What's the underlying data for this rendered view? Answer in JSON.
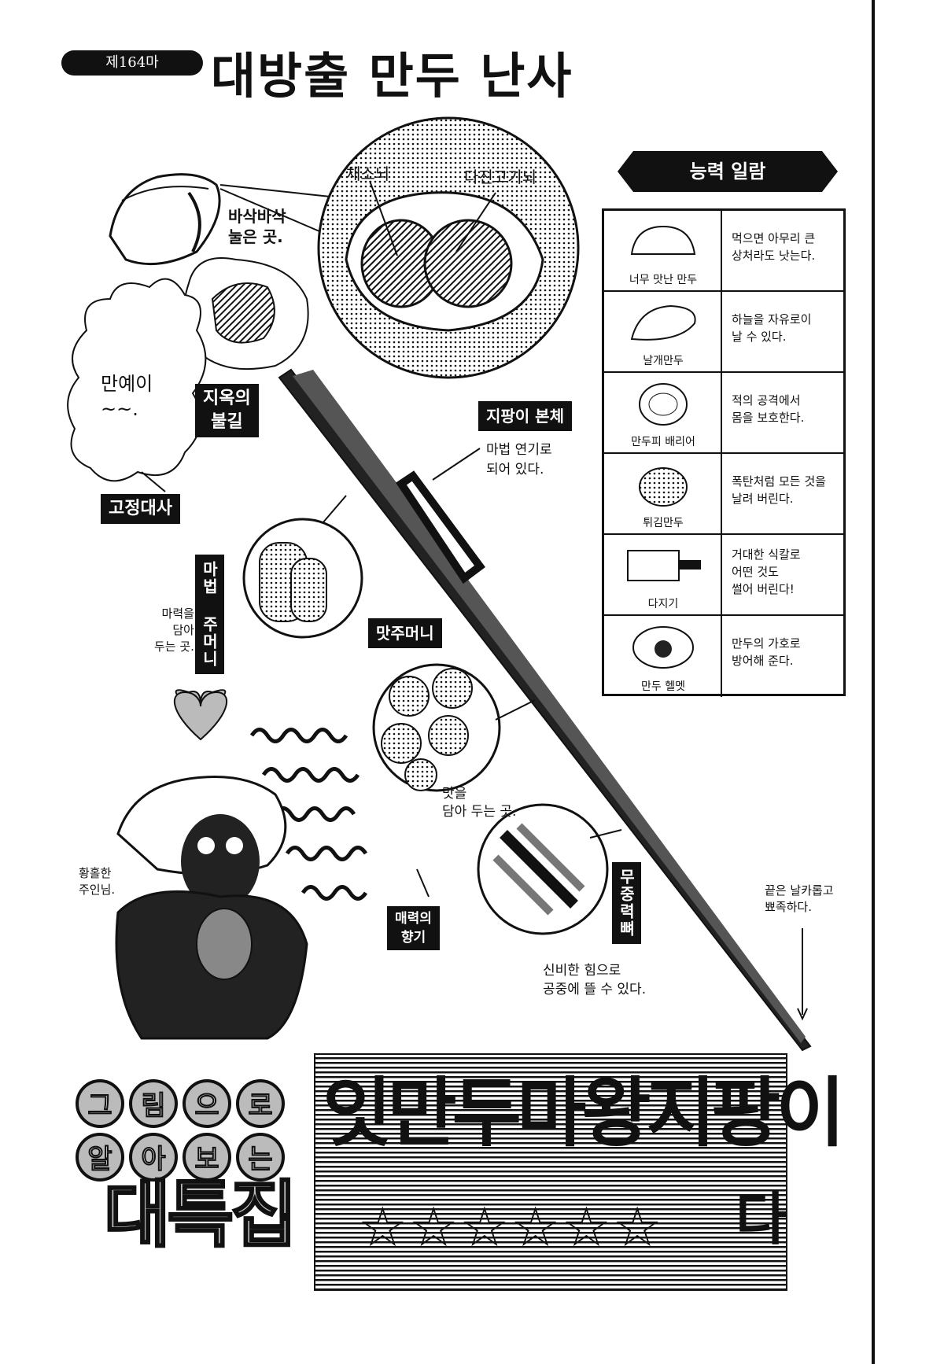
{
  "header": {
    "chapter_label": "제164마",
    "chapter_title": "대방출 만두 난사"
  },
  "dumpling": {
    "crispy_label": "바삭바삭\n눌은 곳.",
    "veggie_filling": "채소뇌",
    "meat_filling": "다진고기뇌",
    "hellfire_tag": "지옥의\n불길"
  },
  "speech": {
    "bubble_text": "만예이\n~~.",
    "catchphrase_tag": "고정대사"
  },
  "staff": {
    "body_tag": "지팡이 본체",
    "body_note": "마법 연기로\n되어 있다.",
    "magic_pouch_tag": "마법 주머니",
    "magic_pouch_note": "마력을\n담아\n두는 곳.",
    "flavor_pouch_tag": "맛주머니",
    "flavor_pouch_note": "맛을\n담아 두는 곳.",
    "antigravity_tag": "무중력뼈",
    "antigravity_note": "신비한 힘으로\n공중에 뜰 수 있다.",
    "tip_note": "끝은 날카롭고\n뾰족하다.",
    "aroma_tag": "매력의\n향기",
    "master_note": "황홀한\n주인님."
  },
  "abilities": {
    "banner": "능력 일람",
    "items": [
      {
        "name": "너무 맛난 만두",
        "desc": "먹으면 아무리 큰\n상처라도 낫는다."
      },
      {
        "name": "날개만두",
        "desc": "하늘을 자유로이\n날 수 있다."
      },
      {
        "name": "만두피 배리어",
        "desc": "적의 공격에서\n몸을 보호한다."
      },
      {
        "name": "튀김만두",
        "desc": "폭탄처럼 모든 것을\n날려 버린다."
      },
      {
        "name": "다지기",
        "desc": "거대한 식칼로\n어떤 것도\n썰어 버린다!"
      },
      {
        "name": "만두 헬멧",
        "desc": "만두의 가호로\n방어해 준다."
      }
    ]
  },
  "promo": {
    "circle_chars": [
      "그",
      "림",
      "으",
      "로",
      "알",
      "아",
      "보",
      "는"
    ],
    "special": "대특집",
    "headline": "잇만두마왕지팡이",
    "stars": "☆☆☆☆☆☆",
    "ending": "다"
  },
  "colors": {
    "ink": "#111111",
    "screentone": "#bdbdbd"
  }
}
